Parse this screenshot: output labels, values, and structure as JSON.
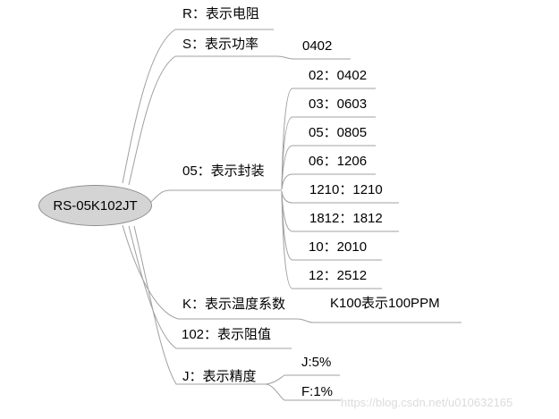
{
  "diagram": {
    "root": {
      "label": "RS-05K102JT"
    },
    "branches": [
      {
        "label": "R：表示电阻",
        "children": []
      },
      {
        "label": "S：表示功率",
        "children": [
          {
            "label": "0402"
          }
        ]
      },
      {
        "label": "05：表示封装",
        "children": [
          {
            "label": "02：0402"
          },
          {
            "label": "03：0603"
          },
          {
            "label": "05：0805"
          },
          {
            "label": "06：1206"
          },
          {
            "label": "1210：1210"
          },
          {
            "label": "1812：1812"
          },
          {
            "label": "10：2010"
          },
          {
            "label": "12：2512"
          }
        ]
      },
      {
        "label": "K：表示温度系数",
        "children": [
          {
            "label": "K100表示100PPM"
          }
        ]
      },
      {
        "label": "102：表示阻值",
        "children": []
      },
      {
        "label": "J：表示精度",
        "children": [
          {
            "label": "J:5%"
          },
          {
            "label": "F:1%"
          }
        ]
      }
    ],
    "watermark": "https://blog.csdn.net/u010632165",
    "colors": {
      "node_fill": "#d4d4d4",
      "node_border": "#8d8d8d",
      "line": "#a0a0a0",
      "text": "#000000",
      "watermark": "#dcdcdc"
    }
  }
}
